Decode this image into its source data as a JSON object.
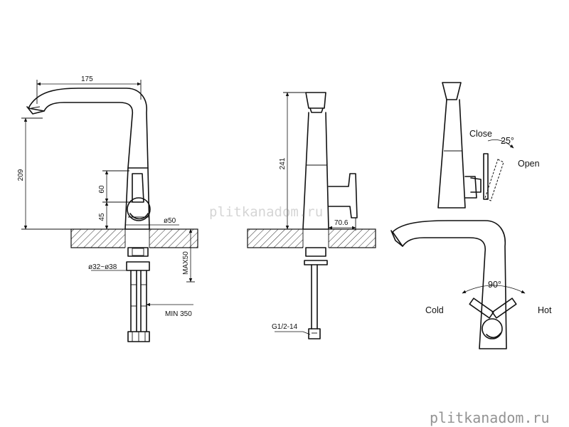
{
  "drawing": {
    "dimensions": {
      "spout_reach": "175",
      "total_height": "209",
      "handle_height": "60",
      "base_height": "45",
      "base_diameter": "ø50",
      "hole_diameter": "ø32~ø38",
      "max_thickness": "MAX50",
      "hose_length": "MIN 350",
      "side_height": "241",
      "handle_offset": "70.6",
      "connection": "G1/2-14"
    },
    "labels": {
      "close": "Close",
      "open": "Open",
      "angle_vertical": "25°",
      "angle_horizontal": "90°",
      "cold": "Cold",
      "hot": "Hot"
    },
    "watermark": "plitkanadom.ru"
  }
}
